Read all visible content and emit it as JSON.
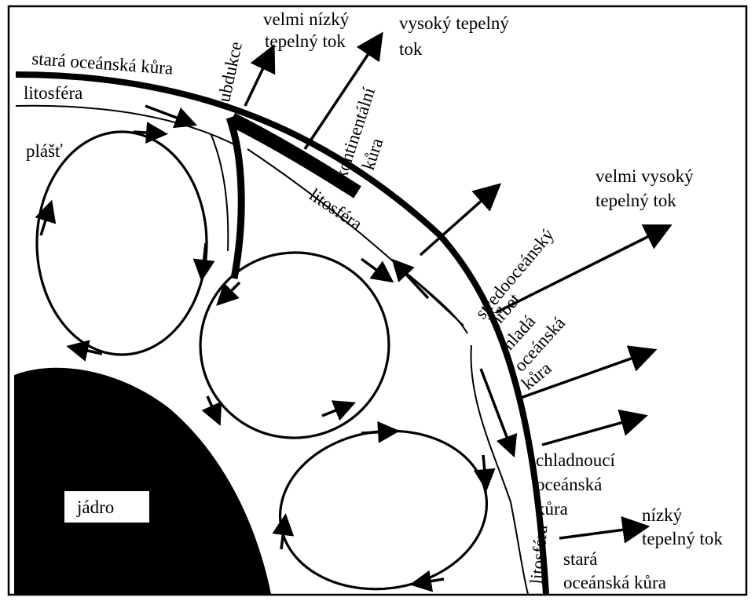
{
  "labels": {
    "old_crust_left": "stará oceánská kůra",
    "lithosphere_left": "litosféra",
    "mantle": "plášť",
    "subduction": "subdukce",
    "very_low_flow_1": "velmi nízký",
    "very_low_flow_2": "tepelný tok",
    "high_flow_1": "vysoký tepelný",
    "high_flow_2": "tok",
    "continental_1": "kontinentální",
    "continental_2": "kůra",
    "lithosphere_mid": "litosféra",
    "very_high_flow_1": "velmi vysoký",
    "very_high_flow_2": "tepelný tok",
    "ridge_1": "středooceánský",
    "ridge_2": "hřbet",
    "young_crust_1": "mladá",
    "young_crust_2": "oceánská",
    "young_crust_3": "kůra",
    "cooling_crust_1": "chladnoucí",
    "cooling_crust_2": "oceánská",
    "cooling_crust_3": "kůra",
    "low_flow_1": "nízký",
    "low_flow_2": "tepelný tok",
    "lithosphere_right": "litosféra",
    "old_crust_right_1": "stará",
    "old_crust_right_2": "oceánská kůra",
    "core": "jádro"
  }
}
